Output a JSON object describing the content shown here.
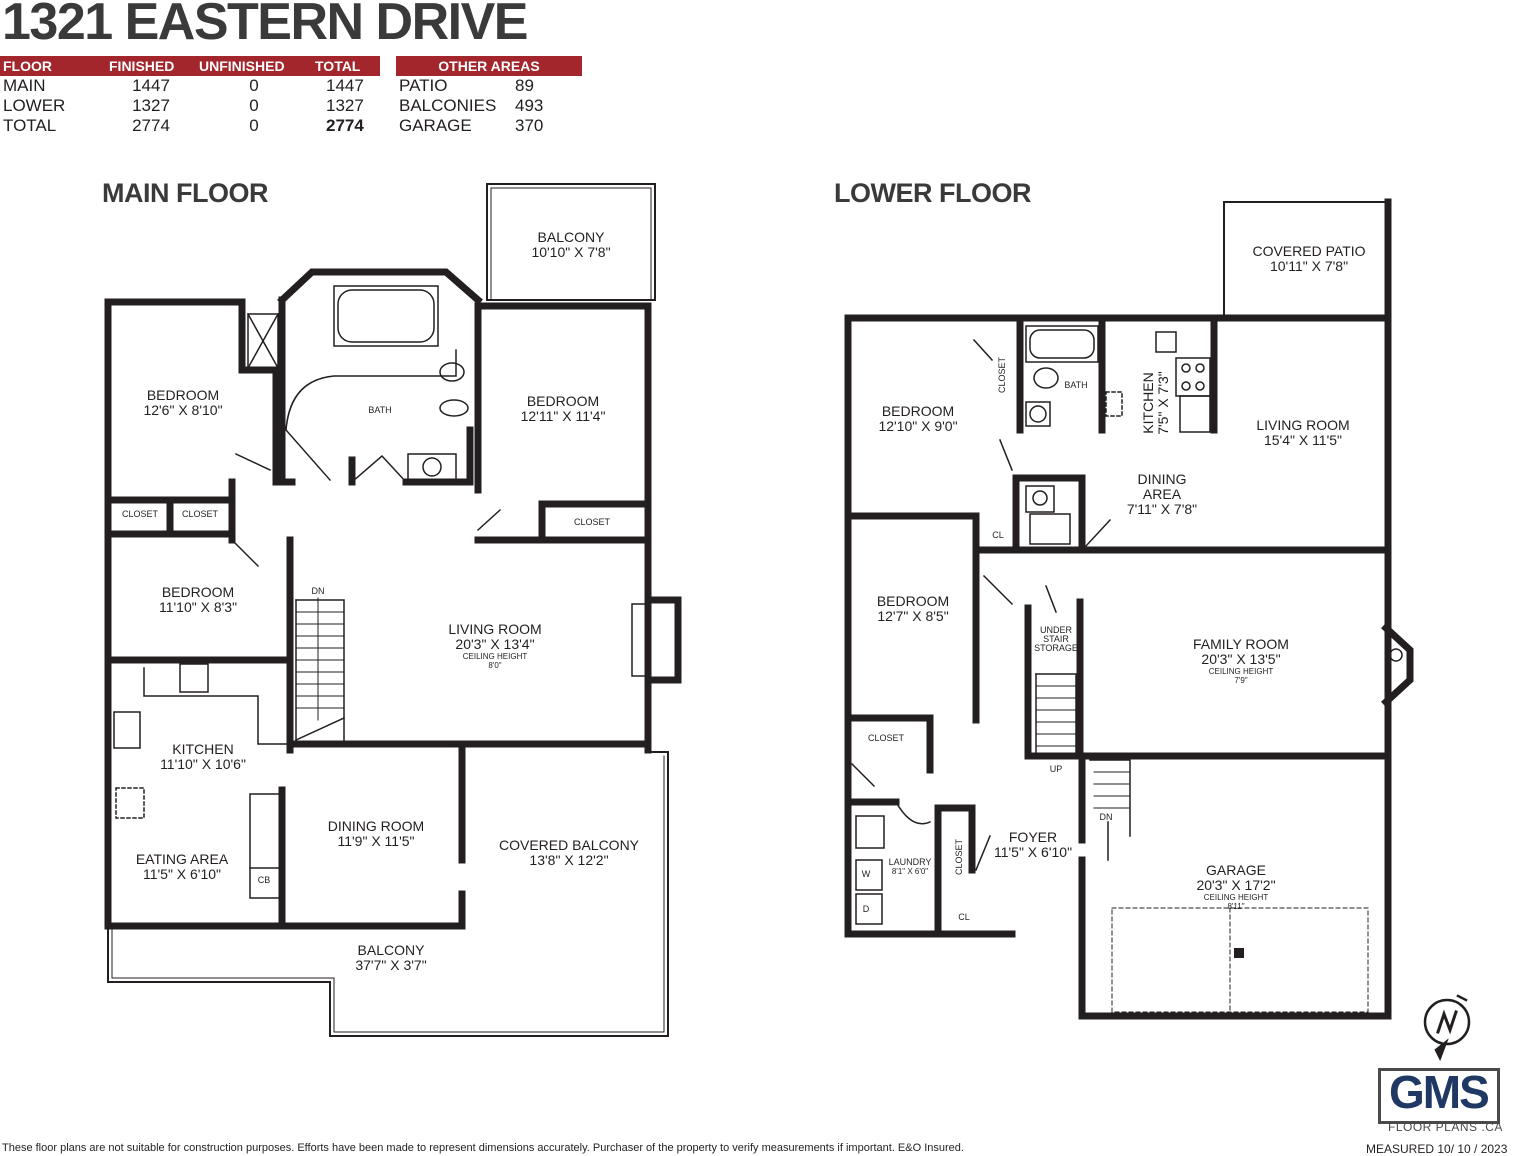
{
  "title": "1321 EASTERN DRIVE",
  "floor_table": {
    "headers": [
      "FLOOR",
      "FINISHED",
      "UNFINISHED",
      "TOTAL"
    ],
    "rows": [
      [
        "MAIN",
        "1447",
        "0",
        "1447"
      ],
      [
        "LOWER",
        "1327",
        "0",
        "1327"
      ],
      [
        "TOTAL",
        "2774",
        "0",
        "2774"
      ]
    ]
  },
  "other_table": {
    "header": "OTHER AREAS",
    "rows": [
      [
        "PATIO",
        "89"
      ],
      [
        "BALCONIES",
        "493"
      ],
      [
        "GARAGE",
        "370"
      ]
    ]
  },
  "main_floor": {
    "title": "MAIN FLOOR",
    "rooms": {
      "balcony_top": {
        "name": "BALCONY",
        "dim": "10'10\" X 7'8\""
      },
      "bedroom1": {
        "name": "BEDROOM",
        "dim": "12'6\" X 8'10\""
      },
      "bath": {
        "name": "BATH"
      },
      "bedroom2": {
        "name": "BEDROOM",
        "dim": "12'11\" X 11'4\""
      },
      "closet1": {
        "name": "CLOSET"
      },
      "closet2": {
        "name": "CLOSET"
      },
      "closet3": {
        "name": "CLOSET"
      },
      "bedroom3": {
        "name": "BEDROOM",
        "dim": "11'10\" X 8'3\""
      },
      "dn": {
        "name": "DN"
      },
      "living": {
        "name": "LIVING ROOM",
        "dim": "20'3\" X 13'4\"",
        "ceiling": "CEILING HEIGHT",
        "ceiling_val": "8'0\""
      },
      "kitchen": {
        "name": "KITCHEN",
        "dim": "11'10\" X 10'6\""
      },
      "dining": {
        "name": "DINING ROOM",
        "dim": "11'9\" X 11'5\""
      },
      "covered_balcony": {
        "name": "COVERED BALCONY",
        "dim": "13'8\" X 12'2\""
      },
      "eating": {
        "name": "EATING AREA",
        "dim": "11'5\" X 6'10\""
      },
      "cb": {
        "name": "CB"
      },
      "balcony_bottom": {
        "name": "BALCONY",
        "dim": "37'7\" X 3'7\""
      }
    }
  },
  "lower_floor": {
    "title": "LOWER FLOOR",
    "rooms": {
      "covered_patio": {
        "name": "COVERED PATIO",
        "dim": "10'11\" X 7'8\""
      },
      "bedroom1": {
        "name": "BEDROOM",
        "dim": "12'10\" X 9'0\""
      },
      "closet_a": {
        "name": "CLOSET"
      },
      "bath": {
        "name": "BATH"
      },
      "kitchen": {
        "name": "KITCHEN",
        "dim": "7'5\" X 7'3\""
      },
      "living": {
        "name": "LIVING ROOM",
        "dim": "15'4\" X 11'5\""
      },
      "dining": {
        "name": "DINING",
        "name2": "AREA",
        "dim": "7'11\" X 7'8\""
      },
      "cl1": {
        "name": "CL"
      },
      "bedroom2": {
        "name": "BEDROOM",
        "dim": "12'7\" X 8'5\""
      },
      "under_stair": {
        "l1": "UNDER",
        "l2": "STAIR",
        "l3": "STORAGE"
      },
      "family": {
        "name": "FAMILY ROOM",
        "dim": "20'3\" X 13'5\"",
        "ceiling": "CEILING HEIGHT",
        "ceiling_val": "7'9\""
      },
      "closet_b": {
        "name": "CLOSET"
      },
      "up": {
        "name": "UP"
      },
      "dn": {
        "name": "DN"
      },
      "foyer": {
        "name": "FOYER",
        "dim": "11'5\" X 6'10\""
      },
      "laundry": {
        "name": "LAUNDRY",
        "dim": "8'1\" X 6'0\""
      },
      "closet_c": {
        "name": "CLOSET"
      },
      "w": {
        "name": "W"
      },
      "d": {
        "name": "D"
      },
      "cl2": {
        "name": "CL"
      },
      "garage": {
        "name": "GARAGE",
        "dim": "20'3\" X 17'2\"",
        "ceiling": "CEILING HEIGHT",
        "ceiling_val": "8'11\""
      }
    }
  },
  "footer": "These floor plans are not suitable for construction purposes. Efforts have been made to represent dimensions accurately.  Purchaser of the property to verify measurements if important.  E&O Insured.",
  "measured": "MEASURED    10/ 10 / 2023",
  "logo": {
    "text": "GMS",
    "sub": "FLOOR PLANS .CA"
  },
  "colors": {
    "header_red": "#a3262c",
    "wall": "#231f20",
    "logo_blue": "#1f3864"
  }
}
